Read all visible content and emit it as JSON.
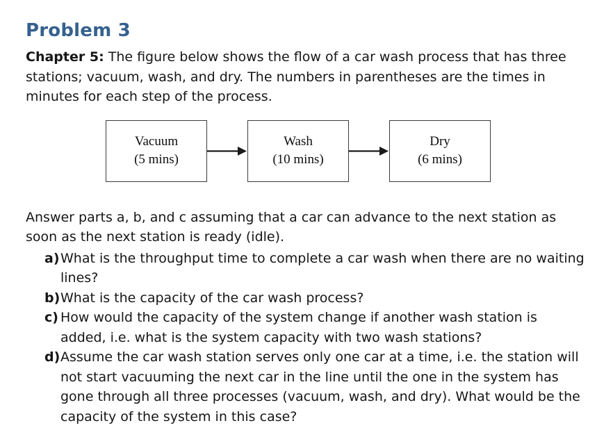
{
  "page": {
    "title": "Problem 3",
    "intro_bold": "Chapter 5:",
    "intro_text": " The figure below shows the flow of a car wash process that has three stations; vacuum, wash, and dry. The numbers in parentheses are the times in minutes for each step of the process.",
    "answer_note": "Answer parts a, b, and c assuming that a car can advance to the next station as soon as the next station is ready (idle)."
  },
  "diagram": {
    "stations": [
      {
        "name": "Vacuum",
        "time": "(5 mins)"
      },
      {
        "name": "Wash",
        "time": "(10 mins)"
      },
      {
        "name": "Dry",
        "time": "(6 mins)"
      }
    ]
  },
  "questions": [
    {
      "marker": "a)",
      "text": "What is the throughput time to complete a car wash when there are no waiting lines?"
    },
    {
      "marker": "b)",
      "text": "What is the capacity of the car wash process?"
    },
    {
      "marker": "c)",
      "text": "How would the capacity of the system change if another wash station is added, i.e. what is the system capacity with two wash stations?"
    },
    {
      "marker": "d)",
      "text": "Assume the car wash station serves only one car at a time, i.e. the station will not start vacuuming the next car in the line until the one in the system has gone through all three processes (vacuum, wash, and dry). What would be the capacity of the system in this case?"
    }
  ],
  "colors": {
    "heading": "#35618F",
    "body_text": "#161616",
    "box_border": "#3b3b3b",
    "arrow": "#1a1a1a"
  }
}
